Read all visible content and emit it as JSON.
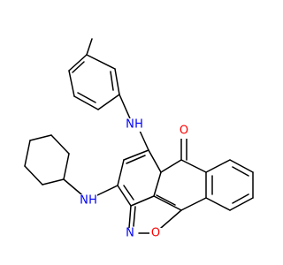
{
  "molecule": {
    "atoms": {
      "nh_top": {
        "text": "N",
        "suffix": "H",
        "color": "#0000ff"
      },
      "nh_left": {
        "text": "N",
        "suffix": "H",
        "color": "#0000ff"
      },
      "o_ketone": {
        "text": "O",
        "color": "#ff0000"
      },
      "n_ring": {
        "text": "N",
        "color": "#0000ff"
      },
      "o_ring": {
        "text": "O",
        "color": "#ff0000"
      }
    }
  }
}
